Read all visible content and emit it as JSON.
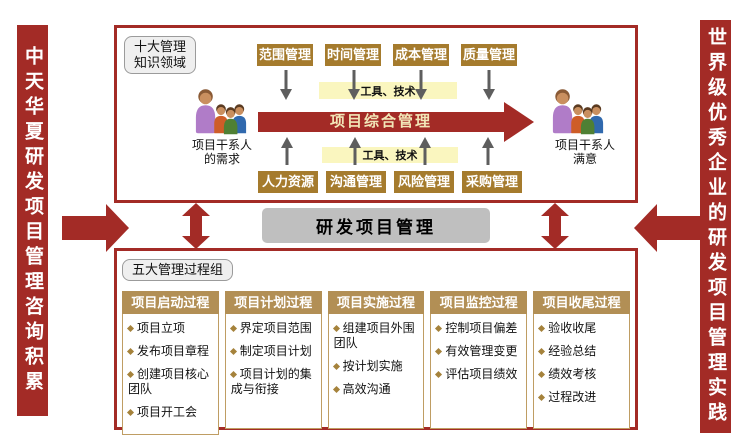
{
  "left_banner": {
    "text": "中天华夏研发项目管理咨询积累"
  },
  "right_banner": {
    "text": "世界级优秀企业的研发项目管理实践"
  },
  "knowledge_area": {
    "label": {
      "line1": "十大管理",
      "line2": "知识领域"
    },
    "top_row": [
      "范围管理",
      "时间管理",
      "成本管理",
      "质量管理"
    ],
    "bottom_row": [
      "人力资源",
      "沟通管理",
      "风险管理",
      "采购管理"
    ],
    "tools_label_top": "工具、技术",
    "tools_label_bottom": "工具、技术",
    "central_arrow_label": "项目综合管理",
    "stakeholder_left": {
      "line1": "项目干系人",
      "line2": "的需求"
    },
    "stakeholder_right": {
      "line1": "项目干系人",
      "line2": "满意"
    }
  },
  "center_title": {
    "text": "研发项目管理"
  },
  "process_groups": {
    "label": "五大管理过程组",
    "columns": [
      {
        "header": "项目启动过程",
        "items": [
          "项目立项",
          "发布项目章程",
          "创建项目核心团队",
          "项目开工会"
        ]
      },
      {
        "header": "项目计划过程",
        "items": [
          "界定项目范围",
          "制定项目计划",
          "项目计划的集成与衔接"
        ]
      },
      {
        "header": "项目实施过程",
        "items": [
          "组建项目外围团队",
          "按计划实施",
          "高效沟通"
        ]
      },
      {
        "header": "项目监控过程",
        "items": [
          "控制项目偏差",
          "有效管理变更",
          "评估项目绩效"
        ]
      },
      {
        "header": "项目收尾过程",
        "items": [
          "验收收尾",
          "经验总结",
          "绩效考核",
          "过程改进"
        ]
      }
    ]
  },
  "icons": {
    "stakeholder_left": "people-group-icon",
    "stakeholder_right": "people-group-icon"
  },
  "colors": {
    "accent_red": "#A32B26",
    "knowledge_box_brown": "#A57B2D",
    "process_header_tan": "#B28F55",
    "tools_band_yellow": "#FAF6BF",
    "center_box_gray": "#BFBFBF",
    "small_arrow_gray": "#5E5E5E",
    "central_arrow_text": "#F2E7B8"
  }
}
